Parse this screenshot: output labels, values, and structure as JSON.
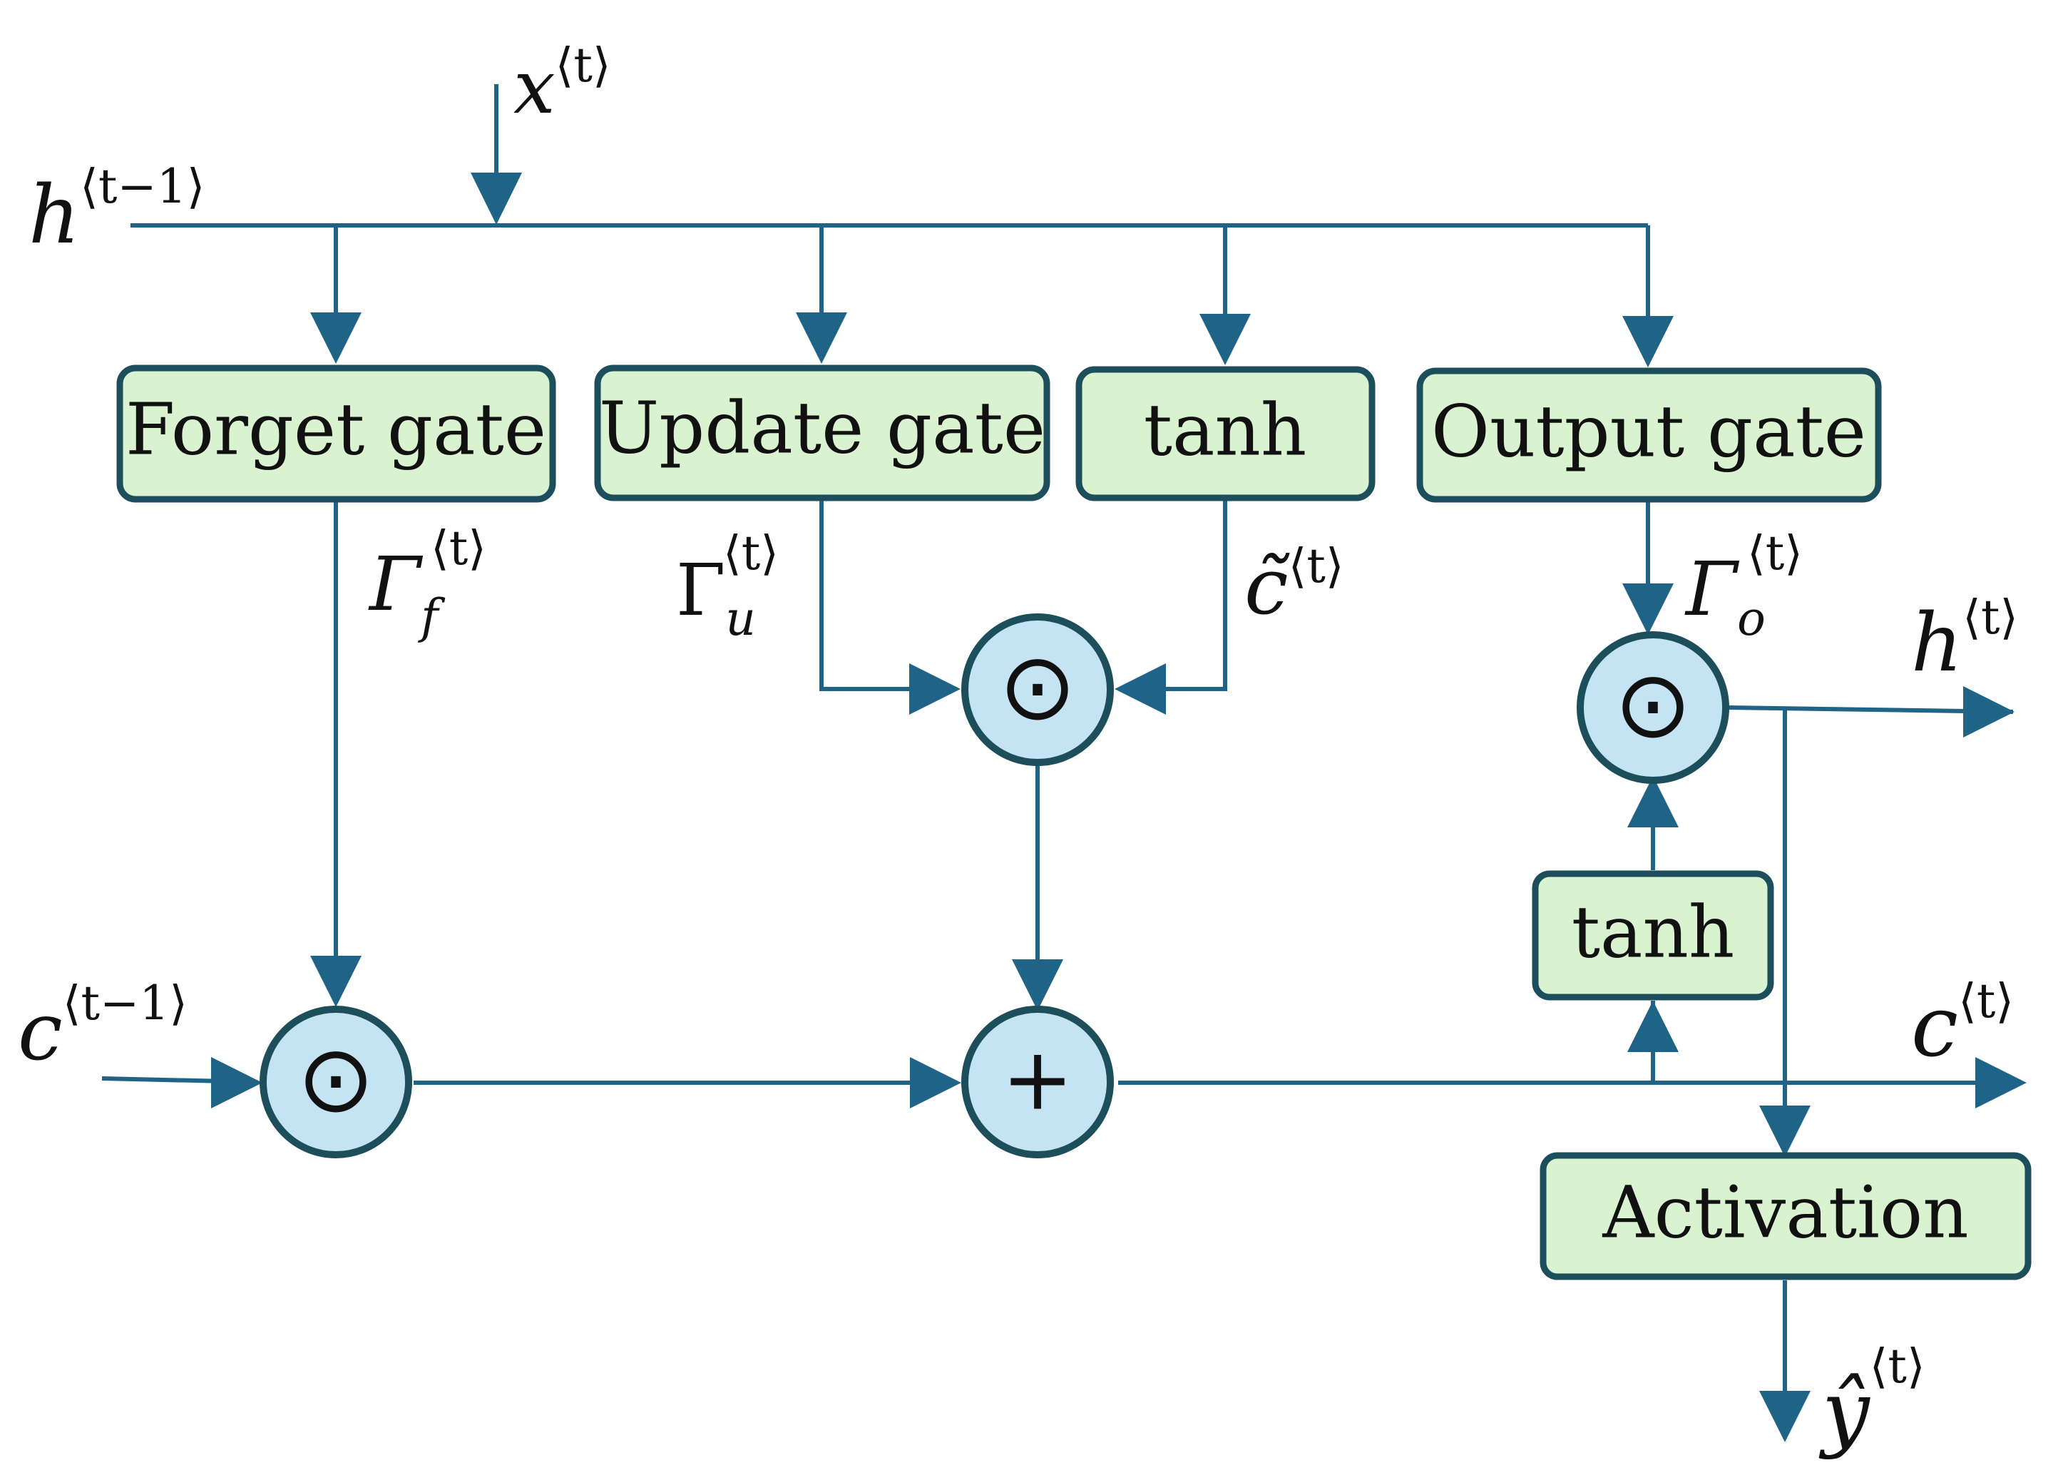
{
  "colors": {
    "line": "#1f6487",
    "box_fill": "#d9f2d0",
    "box_stroke": "#1c4e5c",
    "op_fill": "#c4e4f4",
    "op_stroke": "#1c4e5c",
    "text": "#111111"
  },
  "blocks": {
    "forget_gate": "Forget gate",
    "update_gate": "Update gate",
    "tanh_candidate": "tanh",
    "output_gate": "Output gate",
    "tanh_cell": "tanh",
    "activation": "Activation"
  },
  "operators": {
    "hadamard": "⊙",
    "add": "+"
  },
  "signals": {
    "x_t": {
      "base": "x",
      "sup": "⟨t⟩"
    },
    "h_prev": {
      "base": "h",
      "sup": "⟨t−1⟩"
    },
    "c_prev": {
      "base": "c",
      "sup": "⟨t−1⟩"
    },
    "gamma_f": {
      "base": "Γ",
      "sub": "f",
      "sup": "⟨t⟩"
    },
    "gamma_u": {
      "base": "Γ",
      "sub": "u",
      "sup": "⟨t⟩"
    },
    "c_tilde": {
      "base": "c̃",
      "sup": "⟨t⟩"
    },
    "gamma_o": {
      "base": "Γ",
      "sub": "o",
      "sup": "⟨t⟩"
    },
    "h_t": {
      "base": "h",
      "sup": "⟨t⟩"
    },
    "c_t": {
      "base": "c",
      "sup": "⟨t⟩"
    },
    "y_hat": {
      "base": "ŷ",
      "sup": "⟨t⟩"
    }
  }
}
